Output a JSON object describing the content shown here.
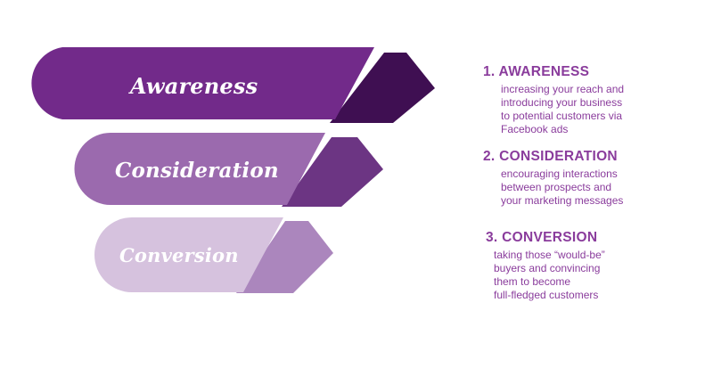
{
  "colors": {
    "awareness": "#722a8a",
    "awareness_fold": "#3f0f52",
    "consideration": "#9b6aae",
    "consideration_fold": "#6c3583",
    "conversion": "#d6c2de",
    "conversion_fold": "#ab86bd",
    "text": "#8a3c9c"
  },
  "funnel": {
    "awareness": "Awareness",
    "consideration": "Consideration",
    "conversion": "Conversion"
  },
  "steps": [
    {
      "heading": "1. AWARENESS",
      "description": "increasing your reach and\nintroducing your business\nto potential customers via\nFacebook ads"
    },
    {
      "heading": "2. CONSIDERATION",
      "description": "encouraging interactions\nbetween prospects and\nyour marketing messages"
    },
    {
      "heading": "3. CONVERSION",
      "description": "taking those “would-be”\nbuyers and convincing\nthem to become\nfull-fledged customers"
    }
  ]
}
